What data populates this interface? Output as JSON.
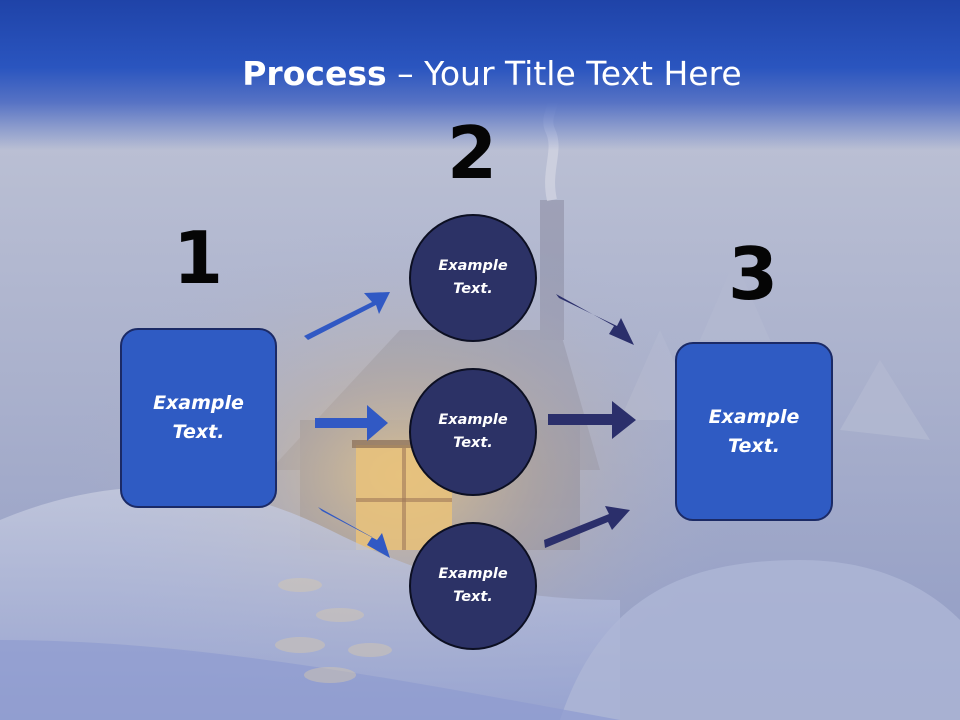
{
  "title": {
    "bold": "Process",
    "rest": " – Your Title Text Here"
  },
  "numbers": {
    "n1": "1",
    "n2": "2",
    "n3": "3"
  },
  "left_box": {
    "label": "Example\nText."
  },
  "right_box": {
    "label": "Example\nText."
  },
  "circles": [
    {
      "label": "Example\nText."
    },
    {
      "label": "Example\nText."
    },
    {
      "label": "Example\nText."
    }
  ],
  "colors": {
    "title_bar": "#2a55bf",
    "box_fill": "#2f5bc3",
    "circle_fill": "#2c3266",
    "arrow_left": "#3159c4",
    "arrow_right": "#2b2f6b",
    "number_text": "#050505"
  },
  "background": "snowy-cabin-night-scene"
}
